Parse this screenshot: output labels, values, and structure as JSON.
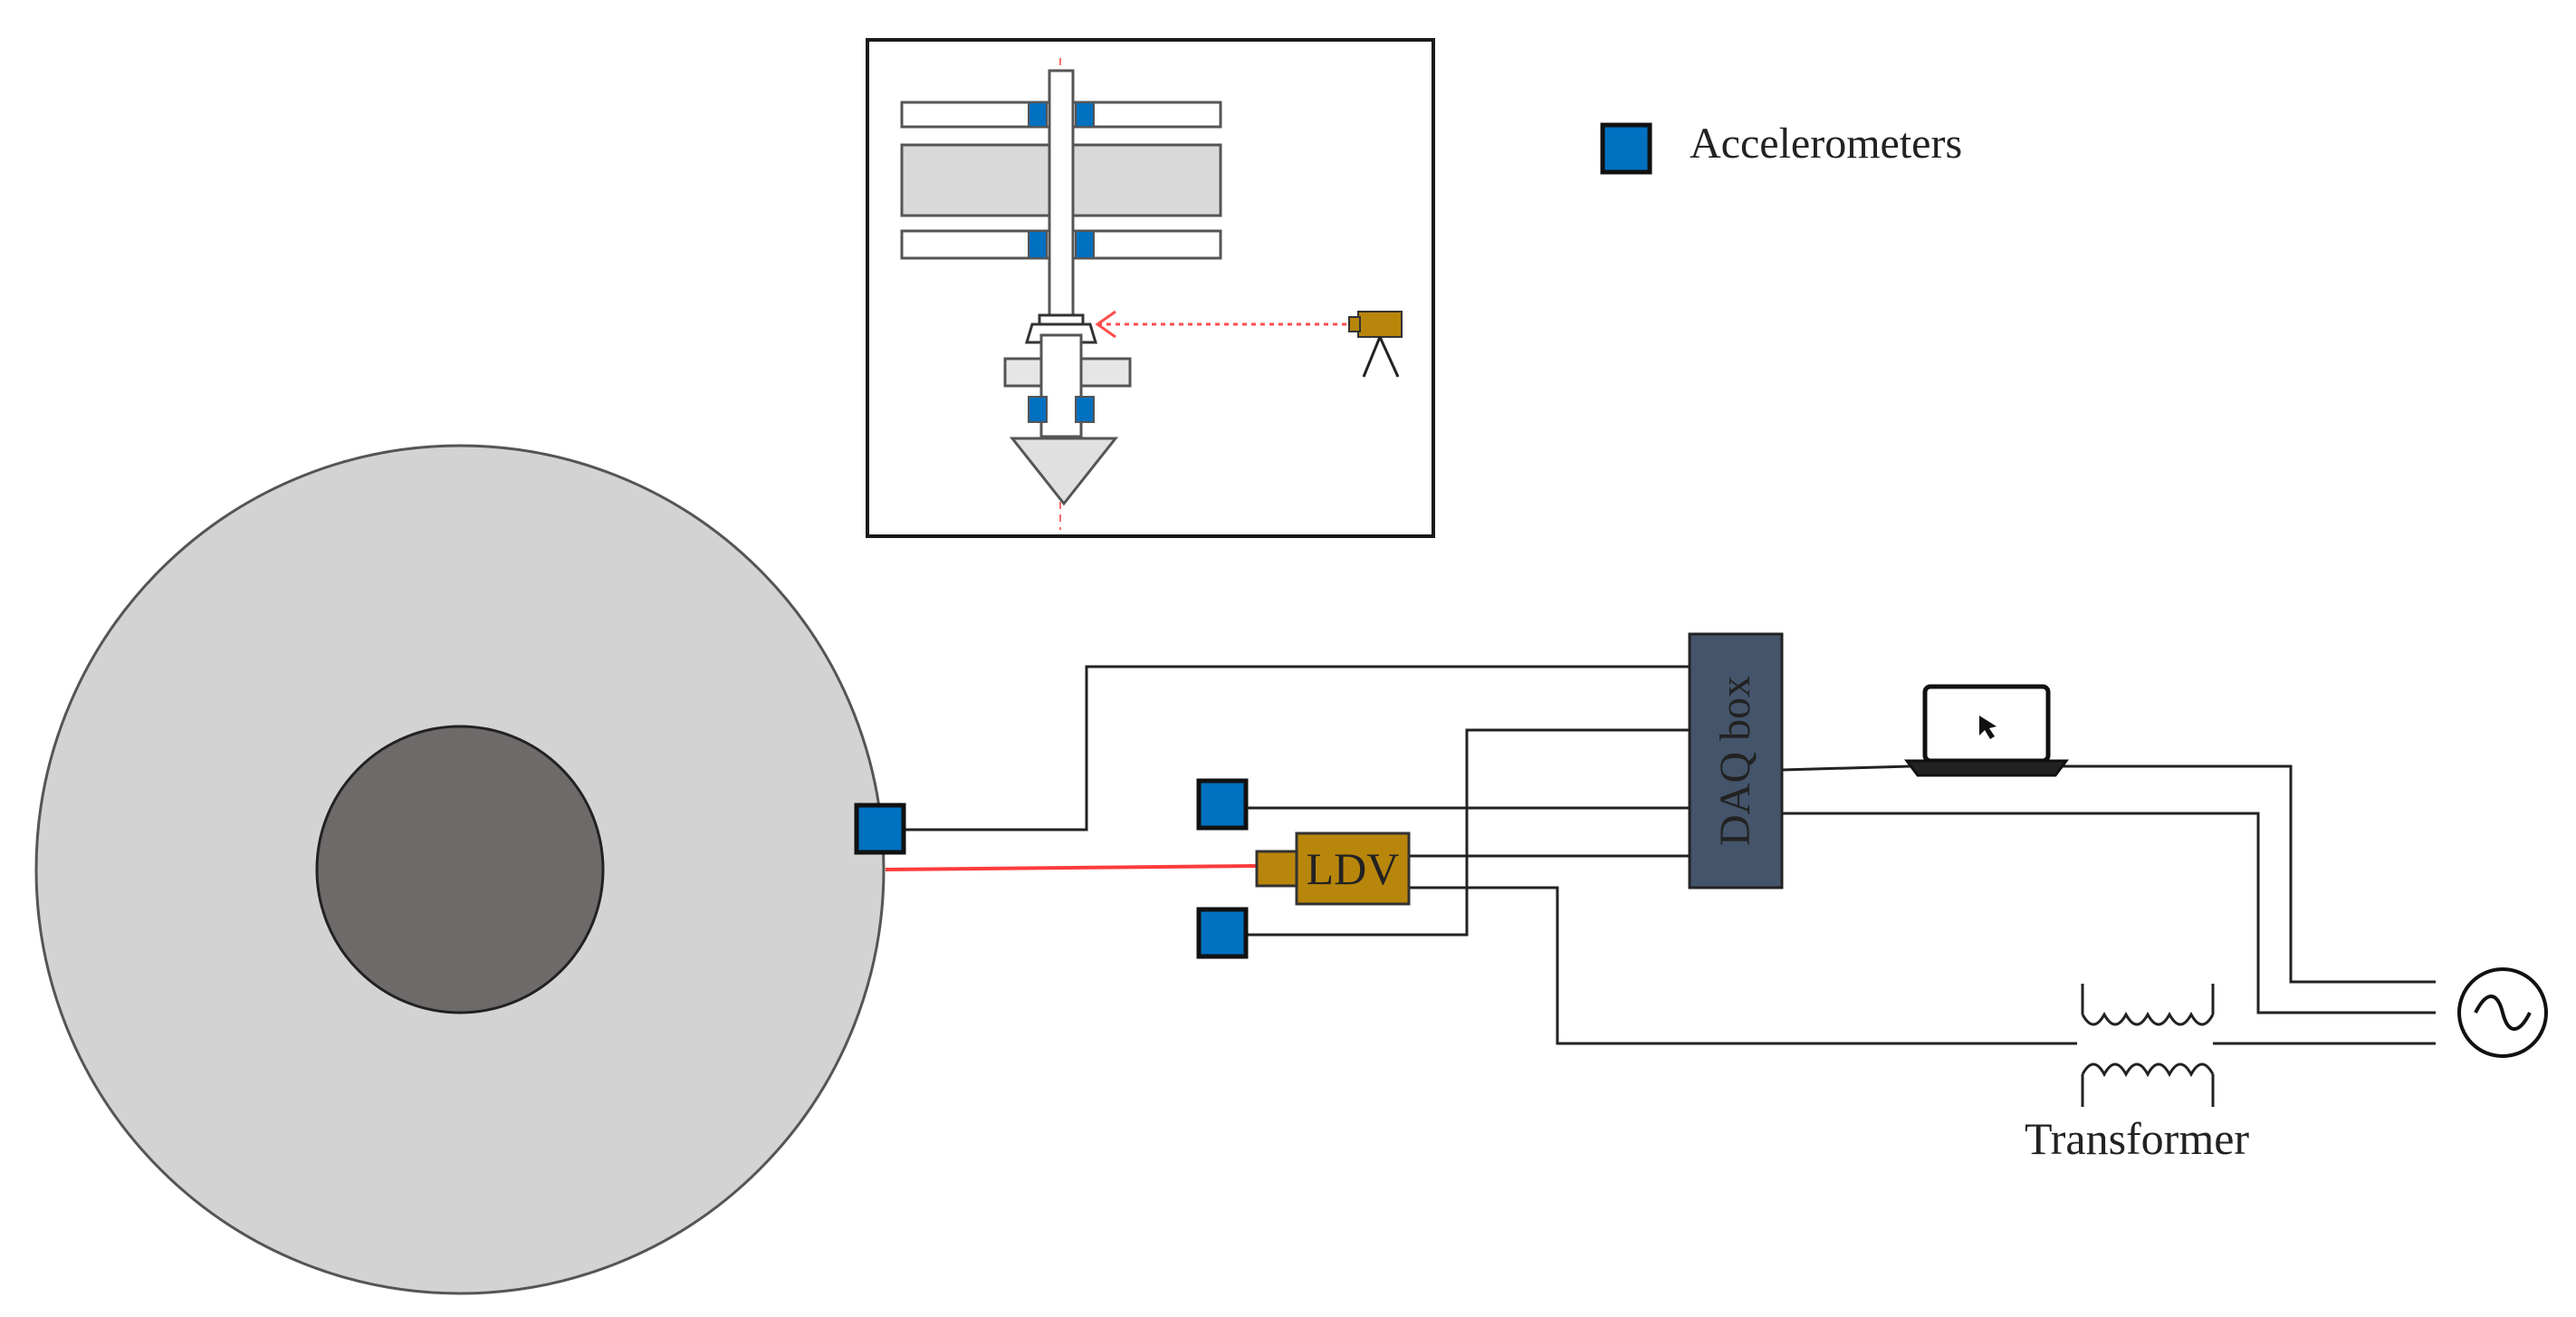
{
  "labels": {
    "legend": "Accelerometers",
    "ldv": "LDV",
    "daq": "DAQ box",
    "transformer": "Transformer"
  },
  "colors": {
    "accelerometer": "#0070c0",
    "ldv": "#b8860b",
    "daq": "#44546a",
    "disk": "#d3d3d3",
    "hub": "#6e6a6a",
    "laser": "#ff3b3b",
    "inset_part": "#d9d9d9",
    "wire": "#222222"
  },
  "icons": [
    "accelerometer-icon",
    "ldv-icon",
    "laptop-icon",
    "ac-source-icon",
    "transformer-icon",
    "tripod-laser-icon"
  ]
}
